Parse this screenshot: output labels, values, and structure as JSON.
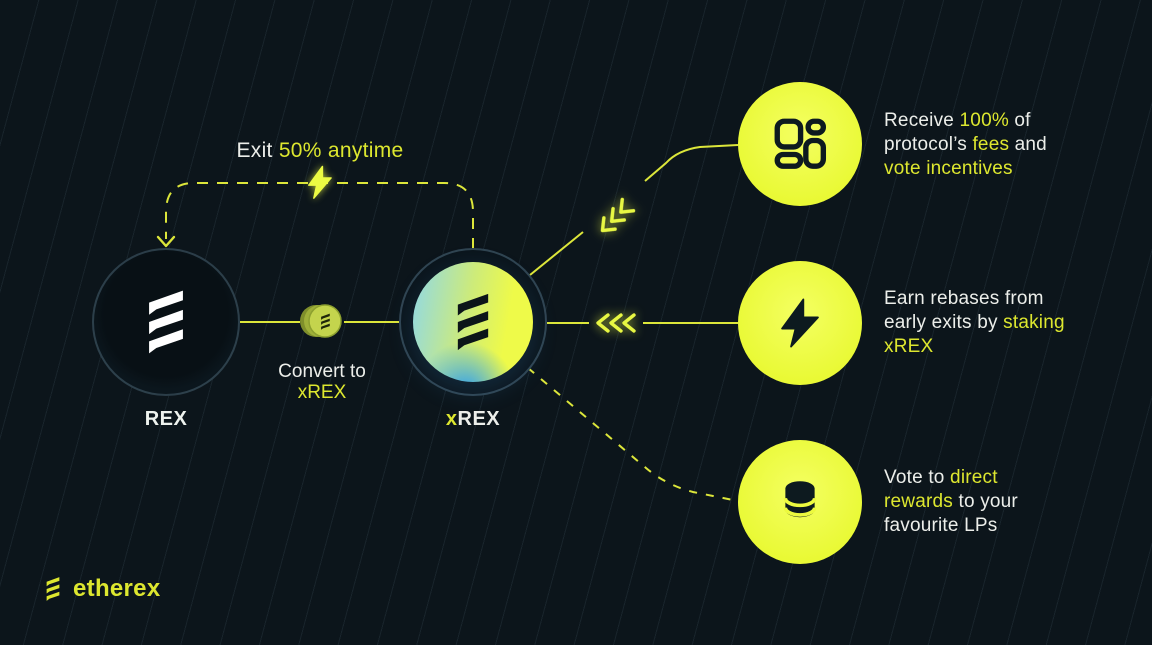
{
  "colors": {
    "background": "#0c151b",
    "accent_yellow": "#e9f935",
    "line_yellow": "#dce63a",
    "text_white": "#eceeea",
    "text_yellow": "#dde72f",
    "icon_dark": "#0d1a1f",
    "xrex_gradient": [
      "#8fd8e8",
      "#eefa49",
      "#2e9ff0"
    ],
    "coin_face": "#c4d44d"
  },
  "brand": {
    "name": "etherex",
    "icon": "etherex-mark-icon"
  },
  "flow": {
    "exit_label": [
      {
        "t": "Exit ",
        "c": "w"
      },
      {
        "t": "50% anytime",
        "c": "y"
      }
    ],
    "rex": {
      "label": "REX",
      "icon": "etherex-mark-icon"
    },
    "xrex": {
      "label": [
        {
          "t": "x",
          "c": "y"
        },
        {
          "t": "REX",
          "c": "w"
        }
      ],
      "icon": "etherex-mark-icon"
    },
    "convert": {
      "line1": "Convert to",
      "line2": "xREX"
    },
    "coin_icon": "rex-coin-icon",
    "loop_bolt_icon": "lightning-icon",
    "direction_chevrons": "toward-xrex"
  },
  "benefits": [
    {
      "icon": "grid-icon",
      "lines": [
        [
          {
            "t": "Receive ",
            "c": "w"
          },
          {
            "t": "100%",
            "c": "y"
          },
          {
            "t": " of",
            "c": "w"
          }
        ],
        [
          {
            "t": "protocol’s ",
            "c": "w"
          },
          {
            "t": "fees",
            "c": "y"
          },
          {
            "t": " and",
            "c": "w"
          }
        ],
        [
          {
            "t": "vote incentives",
            "c": "y"
          }
        ]
      ]
    },
    {
      "icon": "lightning-icon",
      "lines": [
        [
          {
            "t": "Earn rebases from",
            "c": "w"
          }
        ],
        [
          {
            "t": "early exits by ",
            "c": "w"
          },
          {
            "t": "staking",
            "c": "y"
          }
        ],
        [
          {
            "t": "xREX",
            "c": "y"
          }
        ]
      ]
    },
    {
      "icon": "coins-stack-icon",
      "lines": [
        [
          {
            "t": "Vote to ",
            "c": "w"
          },
          {
            "t": "direct",
            "c": "y"
          }
        ],
        [
          {
            "t": "rewards",
            "c": "y"
          },
          {
            "t": " to your",
            "c": "w"
          }
        ],
        [
          {
            "t": "favourite LPs",
            "c": "w"
          }
        ]
      ]
    }
  ]
}
